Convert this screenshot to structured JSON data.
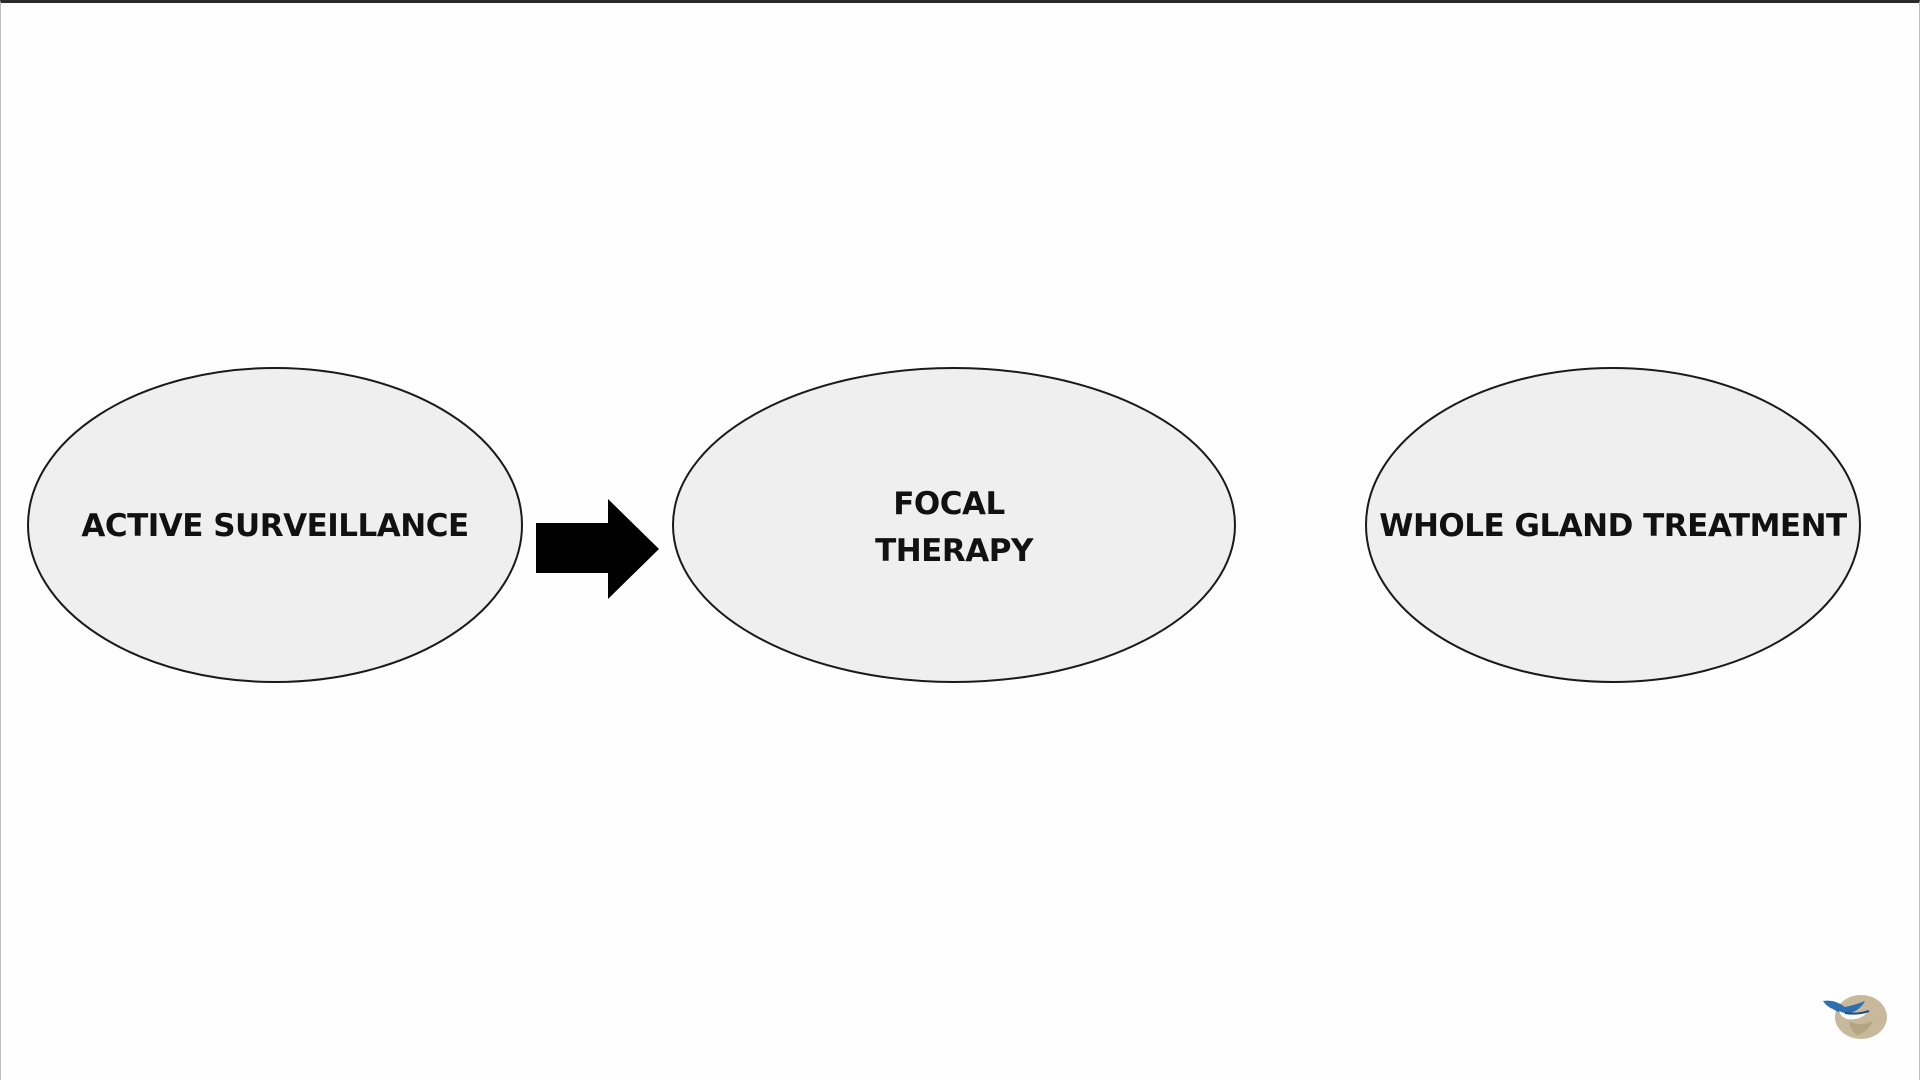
{
  "diagram": {
    "nodes": [
      {
        "id": "active-surveillance",
        "lines": [
          "ACTIVE SURVEILLANCE"
        ]
      },
      {
        "id": "focal-therapy",
        "lines": [
          "FOCAL",
          "THERAPY"
        ]
      },
      {
        "id": "whole-gland-treatment",
        "lines": [
          "WHOLE GLAND TREATMENT"
        ]
      }
    ],
    "edges": [
      {
        "from": "active-surveillance",
        "to": "focal-therapy",
        "style": "block-arrow"
      }
    ],
    "colors": {
      "node_fill": "#efefef",
      "node_stroke": "#1a1a1a",
      "arrow": "#000000",
      "text": "#111111"
    }
  },
  "logo": {
    "icon": "bird-globe-logo-icon",
    "colors": {
      "globe": "#c8b99a",
      "bird": "#2e6fb0"
    }
  }
}
